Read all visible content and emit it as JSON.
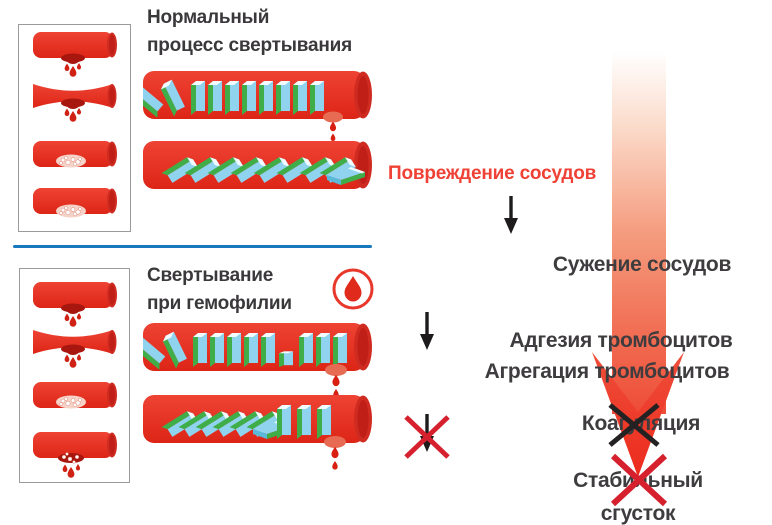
{
  "normal_section": {
    "title_line1": "Нормальный",
    "title_line2": "процесс свертывания"
  },
  "hemophilia_section": {
    "title_line1": "Свертывание",
    "title_line2": "при гемофилии"
  },
  "flowchart": {
    "trigger": "Повреждение сосудов",
    "steps": [
      {
        "label": "Сужение сосудов",
        "crossed": false
      },
      {
        "label": "Адгезия тромбоцитов",
        "crossed": false
      },
      {
        "label": "Агрегация тромбоцитов",
        "crossed": false
      },
      {
        "label": "Коагуляция",
        "crossed": true
      },
      {
        "label_line1": "Стабильный",
        "label_line2": "сгусток",
        "crossed": true
      }
    ]
  },
  "colors": {
    "flow_arrow_red": "#ee3a2b",
    "trigger_text_red": "#ef4136",
    "heading_dark": "#3a383b",
    "divider_blue": "#1778be",
    "vessel_red": "#e5332a",
    "domino_green": "#3fae49",
    "domino_blue": "#8fd3ee",
    "cross_red": "#d6202e",
    "cross_black": "#242122"
  },
  "icons": {
    "badge": "blood-drop-icon",
    "flow_step": "down-arrow-icon",
    "blocked": "x-cross-icon"
  }
}
